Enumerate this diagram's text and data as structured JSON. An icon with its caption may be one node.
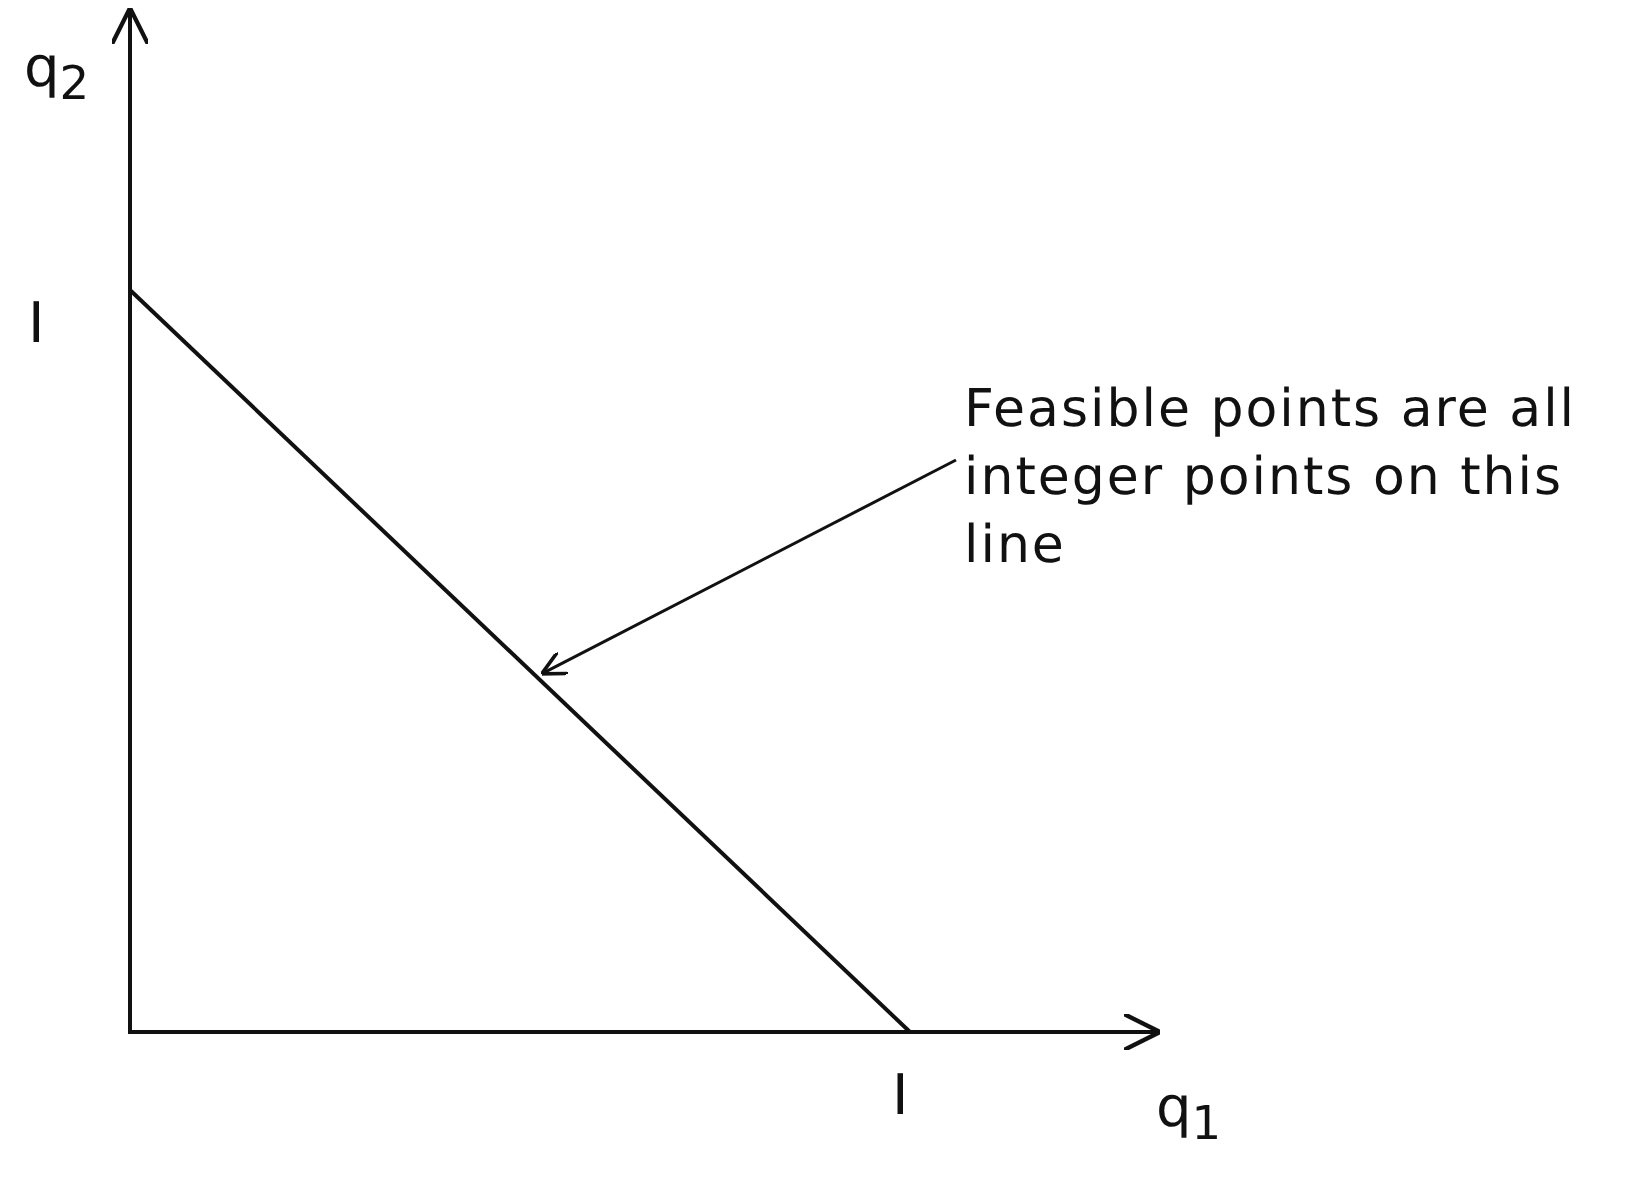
{
  "diagram": {
    "nodes": [
      {
        "text": [
          "Feasible points are all integer points on this line"
        ]
      },
      {
        "text": [],
        "shape": "line"
      }
    ],
    "edges": [
      {
        "from": 0,
        "to": 1,
        "arrow": "to"
      }
    ],
    "labels": [
      "q$_{2}$",
      "I",
      "I",
      "q$_{1}$"
    ]
  }
}
